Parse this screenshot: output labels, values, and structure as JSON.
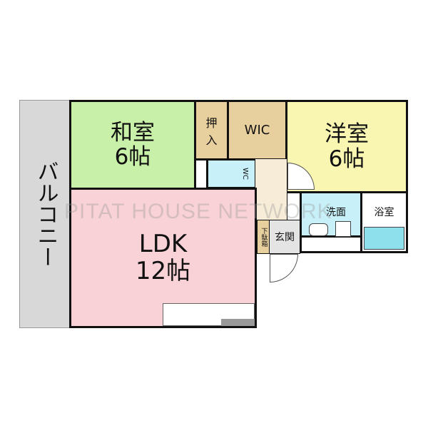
{
  "rooms": {
    "balcony": "バルコニー",
    "washitsu": {
      "name": "和室",
      "size": "6帖"
    },
    "oshiire": "押入",
    "wic": "WIC",
    "youshitsu": {
      "name": "洋室",
      "size": "6帖"
    },
    "wc": "WC",
    "ldk": {
      "name": "LDK",
      "size": "12帖"
    },
    "getabako": "下駄箱",
    "genkan": "玄関",
    "senmen": "洗面",
    "bath": "浴室"
  },
  "watermark": "PITAT HOUSE NETWORK",
  "colors": {
    "washitsu": "#c8f0a8",
    "youshitsu": "#f8f6b0",
    "ldk": "#f8d2d6",
    "storage": "#e8cf9e",
    "water": "#c8f0f8",
    "balcony": "#d8d8d8"
  }
}
